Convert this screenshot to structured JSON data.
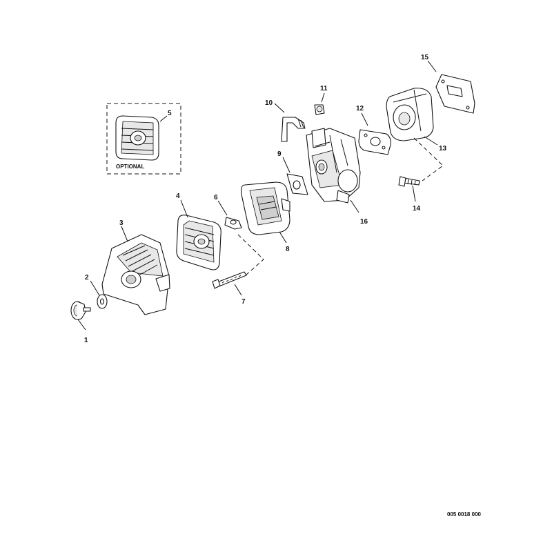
{
  "diagram": {
    "drawing_number": "005 0018 000",
    "optional_label": "OPTIONAL",
    "callouts": {
      "c1": "1",
      "c2": "2",
      "c3": "3",
      "c4": "4",
      "c5": "5",
      "c6": "6",
      "c7": "7",
      "c8": "8",
      "c9": "9",
      "c10": "10",
      "c11": "11",
      "c12": "12",
      "c13": "13",
      "c14": "14",
      "c15": "15",
      "c16": "16"
    }
  }
}
